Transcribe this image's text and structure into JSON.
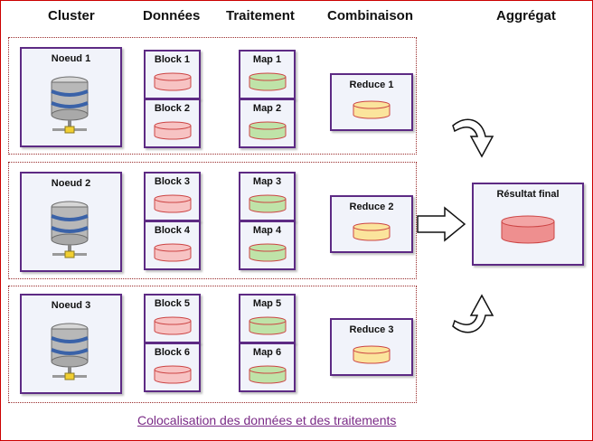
{
  "headers": {
    "cluster": "Cluster",
    "donnees": "Données",
    "traitement": "Traitement",
    "combinaison": "Combinaison",
    "aggregat": "Aggrégat"
  },
  "rows": [
    {
      "node": "Noeud 1",
      "blocks": [
        "Block 1",
        "Block 2"
      ],
      "maps": [
        "Map 1",
        "Map 2"
      ],
      "reduce": "Reduce 1"
    },
    {
      "node": "Noeud 2",
      "blocks": [
        "Block 3",
        "Block 4"
      ],
      "maps": [
        "Map 3",
        "Map 4"
      ],
      "reduce": "Reduce 2"
    },
    {
      "node": "Noeud 3",
      "blocks": [
        "Block 5",
        "Block 6"
      ],
      "maps": [
        "Map 5",
        "Map 6"
      ],
      "reduce": "Reduce 3"
    }
  ],
  "result": {
    "label": "Résultat final"
  },
  "caption": "Colocalisation des données et des traitements",
  "colors": {
    "frame": "#cc0000",
    "box_border": "#5d2a84",
    "data_cylinder": "#f7c3c3",
    "map_cylinder": "#bfe3a8",
    "reduce_cylinder": "#fbe49c",
    "result_cylinder": "#ee8f8f",
    "caption": "#7a2a86"
  },
  "icons": [
    "server-icon",
    "database-cylinder-icon",
    "curved-arrow-down-icon",
    "right-arrow-icon",
    "curved-arrow-up-icon"
  ]
}
